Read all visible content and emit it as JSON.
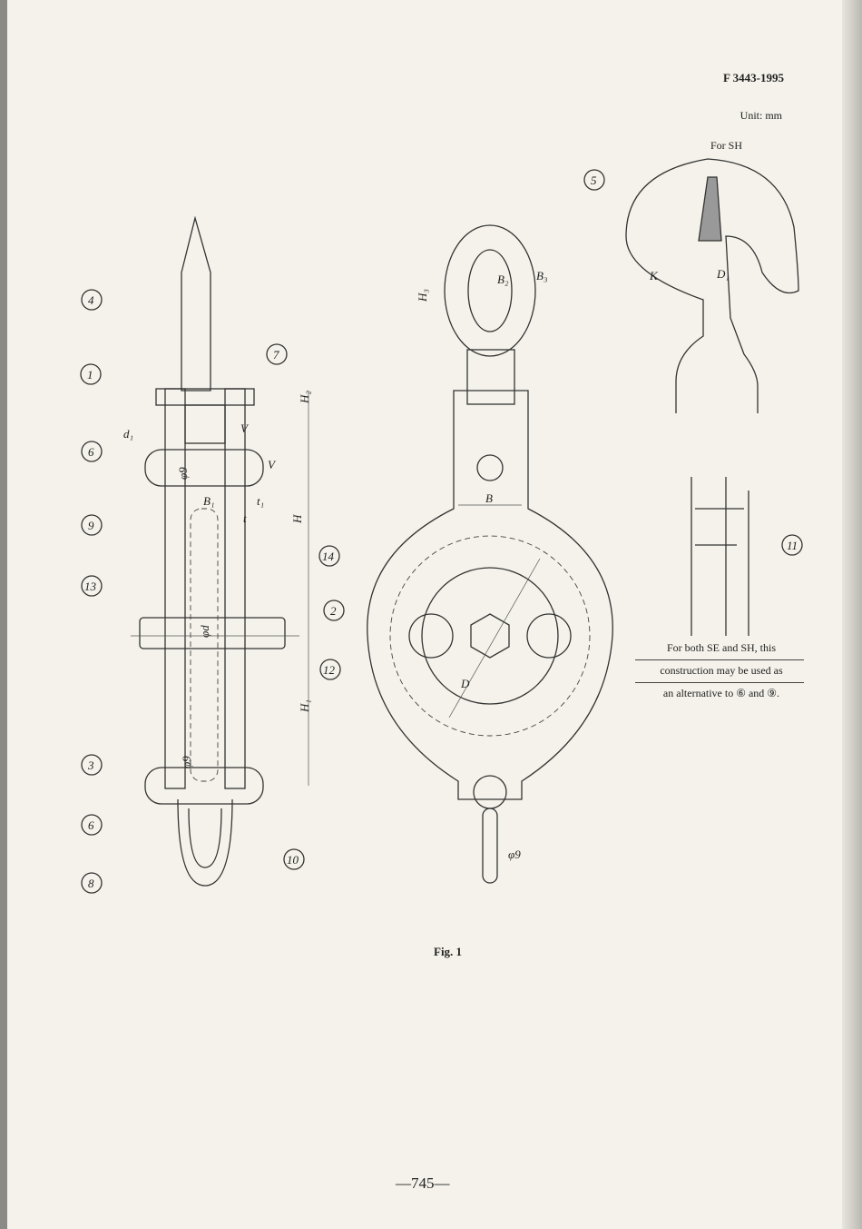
{
  "header": {
    "standard_number": "F 3443-1995",
    "unit": "Unit: mm"
  },
  "figure": {
    "caption": "Fig. 1",
    "hook_label": "For SH",
    "note_lines": [
      "For both SE and SH, this",
      "construction may be used as",
      "an alternative to ⑥ and ⑨."
    ],
    "part_numbers": [
      "1",
      "2",
      "3",
      "4",
      "5",
      "6",
      "6",
      "7",
      "8",
      "9",
      "10",
      "11",
      "12",
      "13",
      "14"
    ],
    "dimensions": {
      "d1": "d₁",
      "phi9_top": "φ9",
      "B1": "B₁",
      "t1": "t₁",
      "t": "t",
      "H": "H",
      "H2": "H₂",
      "H1": "H₁",
      "phid": "φd",
      "phi9_mid": "φ9",
      "B": "B",
      "D": "D",
      "H3": "H₃",
      "B2": "B₂",
      "B3": "B₃",
      "K": "K",
      "D1": "D₁",
      "phi9_bottom": "φ9",
      "V1": "V",
      "V2": "V"
    }
  },
  "footer": {
    "page_number": "—745—"
  }
}
